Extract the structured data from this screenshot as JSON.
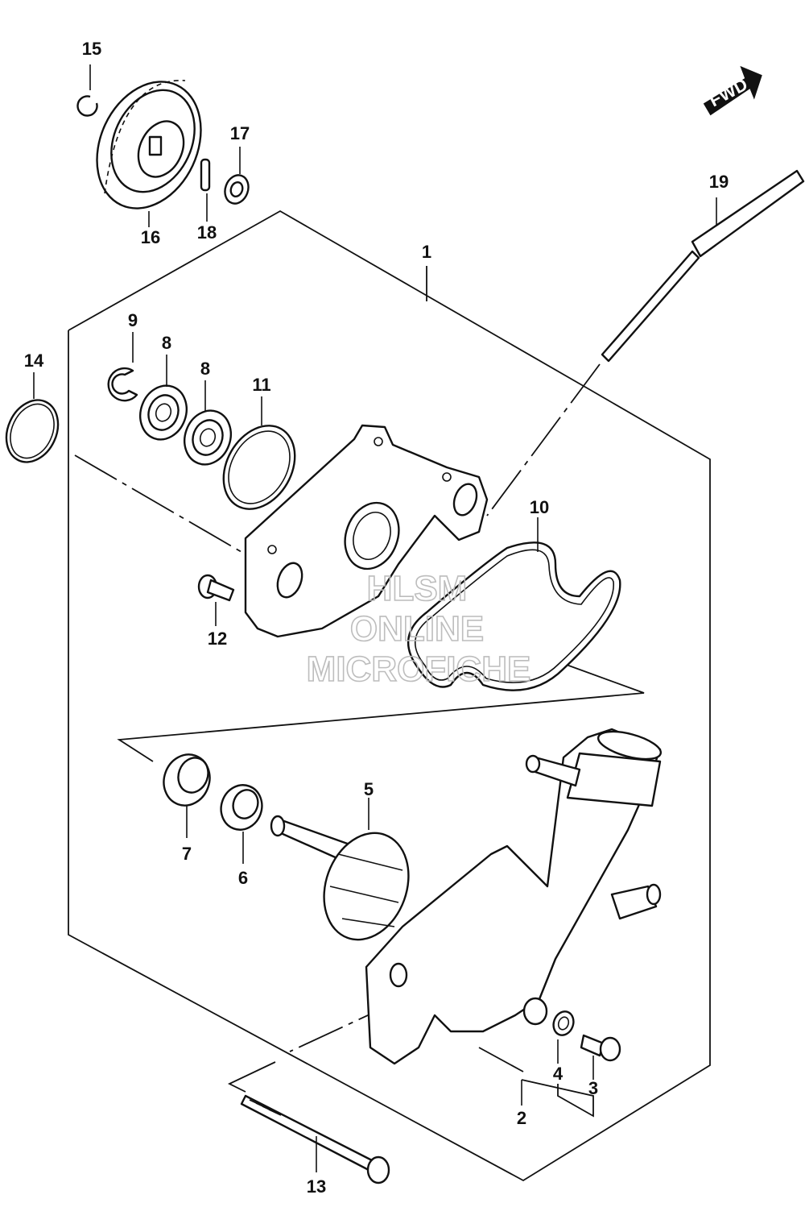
{
  "diagram": {
    "callouts": [
      {
        "id": "c1",
        "text": "1"
      },
      {
        "id": "c2",
        "text": "2"
      },
      {
        "id": "c3",
        "text": "3"
      },
      {
        "id": "c4",
        "text": "4"
      },
      {
        "id": "c5",
        "text": "5"
      },
      {
        "id": "c6",
        "text": "6"
      },
      {
        "id": "c7",
        "text": "7"
      },
      {
        "id": "c8a",
        "text": "8"
      },
      {
        "id": "c8b",
        "text": "8"
      },
      {
        "id": "c9",
        "text": "9"
      },
      {
        "id": "c10",
        "text": "10"
      },
      {
        "id": "c11",
        "text": "11"
      },
      {
        "id": "c12",
        "text": "12"
      },
      {
        "id": "c13",
        "text": "13"
      },
      {
        "id": "c14",
        "text": "14"
      },
      {
        "id": "c15",
        "text": "15"
      },
      {
        "id": "c16",
        "text": "16"
      },
      {
        "id": "c17",
        "text": "17"
      },
      {
        "id": "c18",
        "text": "18"
      },
      {
        "id": "c19",
        "text": "19"
      }
    ],
    "fwd_arrow": "FWD",
    "watermark": [
      "HLSM",
      "ONLINE",
      "MICROFICHE"
    ]
  }
}
